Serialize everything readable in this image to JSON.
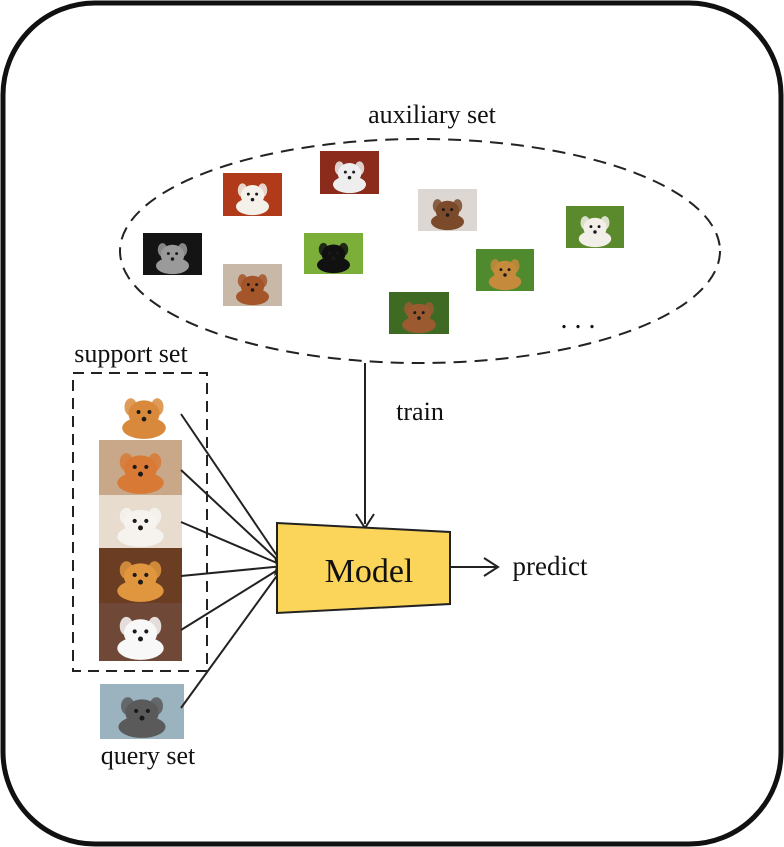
{
  "labels": {
    "auxiliary": "auxiliary set",
    "support": "support set",
    "query": "query set",
    "train": "train",
    "model": "Model",
    "predict": "predict",
    "ellipsis": ". . ."
  },
  "colors": {
    "frame": "#111111",
    "model_fill": "#FBD45A",
    "stroke": "#222222",
    "background": "#ffffff"
  },
  "auxiliary_images": [
    {
      "icon": "dog-photo-black-white-spaniel",
      "bg": "#b03a1a",
      "fg": "#f4f1ea"
    },
    {
      "icon": "dog-photo-white-shih-tzu",
      "bg": "#8a2b1c",
      "fg": "#eeeeee"
    },
    {
      "icon": "dog-photo-brown-greyhound",
      "bg": "#dcd7d2",
      "fg": "#7a4a2a"
    },
    {
      "icon": "dog-photo-beagle-on-grass",
      "bg": "#5b8a2c",
      "fg": "#f2efe8"
    },
    {
      "icon": "dog-photo-gray-kitten-dark",
      "bg": "#141414",
      "fg": "#9a9a9a"
    },
    {
      "icon": "dog-photo-spaniel-puppy",
      "bg": "#c8b8a8",
      "fg": "#a5552a"
    },
    {
      "icon": "dog-photo-black-white-border-collie",
      "bg": "#7cae3a",
      "fg": "#111111"
    },
    {
      "icon": "dog-photo-beagle-grass",
      "bg": "#4f8b2e",
      "fg": "#c68a3c"
    },
    {
      "icon": "dog-photo-basset-hound",
      "bg": "#3e6a24",
      "fg": "#9c5a30"
    }
  ],
  "support_images": [
    {
      "icon": "dog-photo-pomeranian",
      "bg": "#ffffff",
      "fg": "#d9893b"
    },
    {
      "icon": "dog-photo-corgi",
      "bg": "#c8a888",
      "fg": "#d87a35"
    },
    {
      "icon": "dog-photo-smiling-husky",
      "bg": "#e8dccf",
      "fg": "#f6f3ef"
    },
    {
      "icon": "dog-photo-shiba-puppy",
      "bg": "#6b3d22",
      "fg": "#e0963e"
    },
    {
      "icon": "dog-photo-white-fluffy-puppy",
      "bg": "#704838",
      "fg": "#f8f8f8"
    }
  ],
  "query_image": {
    "icon": "dog-photo-husky-puppy",
    "bg": "#9bb2bf",
    "fg": "#5a5a5a"
  }
}
